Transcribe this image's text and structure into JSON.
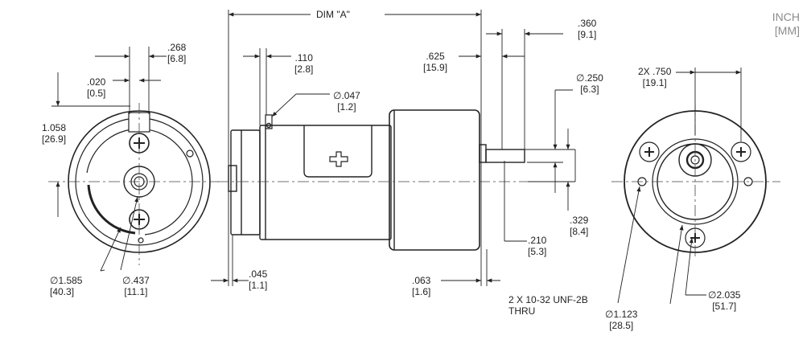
{
  "units": {
    "primary": "INCH",
    "secondary": "[MM]"
  },
  "dims": {
    "dim_a": "DIM \"A\"",
    "d268": {
      "in": ".268",
      "mm": "[6.8]"
    },
    "d020": {
      "in": ".020",
      "mm": "[0.5]"
    },
    "d1058": {
      "in": "1.058",
      "mm": "[26.9]"
    },
    "d110": {
      "in": ".110",
      "mm": "[2.8]"
    },
    "d047": {
      "in": "∅.047",
      "mm": "[1.2]"
    },
    "d625": {
      "in": ".625",
      "mm": "[15.9]"
    },
    "d360": {
      "in": ".360",
      "mm": "[9.1]"
    },
    "d250": {
      "in": "∅.250",
      "mm": "[6.3]"
    },
    "d329": {
      "in": ".329",
      "mm": "[8.4]"
    },
    "d210": {
      "in": ".210",
      "mm": "[5.3]"
    },
    "d045": {
      "in": ".045",
      "mm": "[1.1]"
    },
    "d063": {
      "in": ".063",
      "mm": "[1.6]"
    },
    "d1585": {
      "in": "∅1.585",
      "mm": "[40.3]"
    },
    "d437": {
      "in": "∅.437",
      "mm": "[11.1]"
    },
    "d750": {
      "in": "2X .750",
      "mm": "[19.1]"
    },
    "d1123": {
      "in": "∅1.123",
      "mm": "[28.5]"
    },
    "d2035": {
      "in": "∅2.035",
      "mm": "[51.7]"
    }
  },
  "notes": {
    "thread_line1": "2 X 10-32 UNF-2B",
    "thread_line2": "THRU"
  }
}
